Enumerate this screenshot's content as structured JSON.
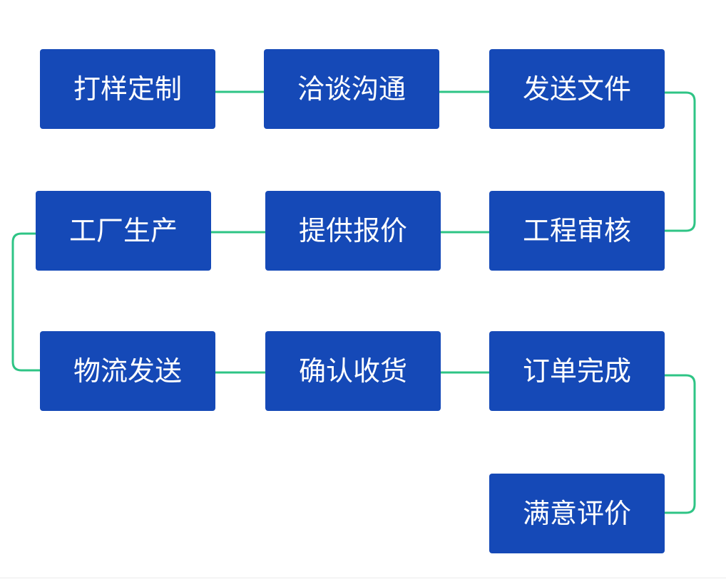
{
  "flow": {
    "steps": [
      {
        "label": "打样定制"
      },
      {
        "label": "洽谈沟通"
      },
      {
        "label": "发送文件"
      },
      {
        "label": "工程审核"
      },
      {
        "label": "提供报价"
      },
      {
        "label": "工厂生产"
      },
      {
        "label": "物流发送"
      },
      {
        "label": "确认收货"
      },
      {
        "label": "订单完成"
      },
      {
        "label": "满意评价"
      }
    ]
  },
  "colors": {
    "box": "#1549b7",
    "text": "#ffffff",
    "connector": "#2ec485"
  }
}
